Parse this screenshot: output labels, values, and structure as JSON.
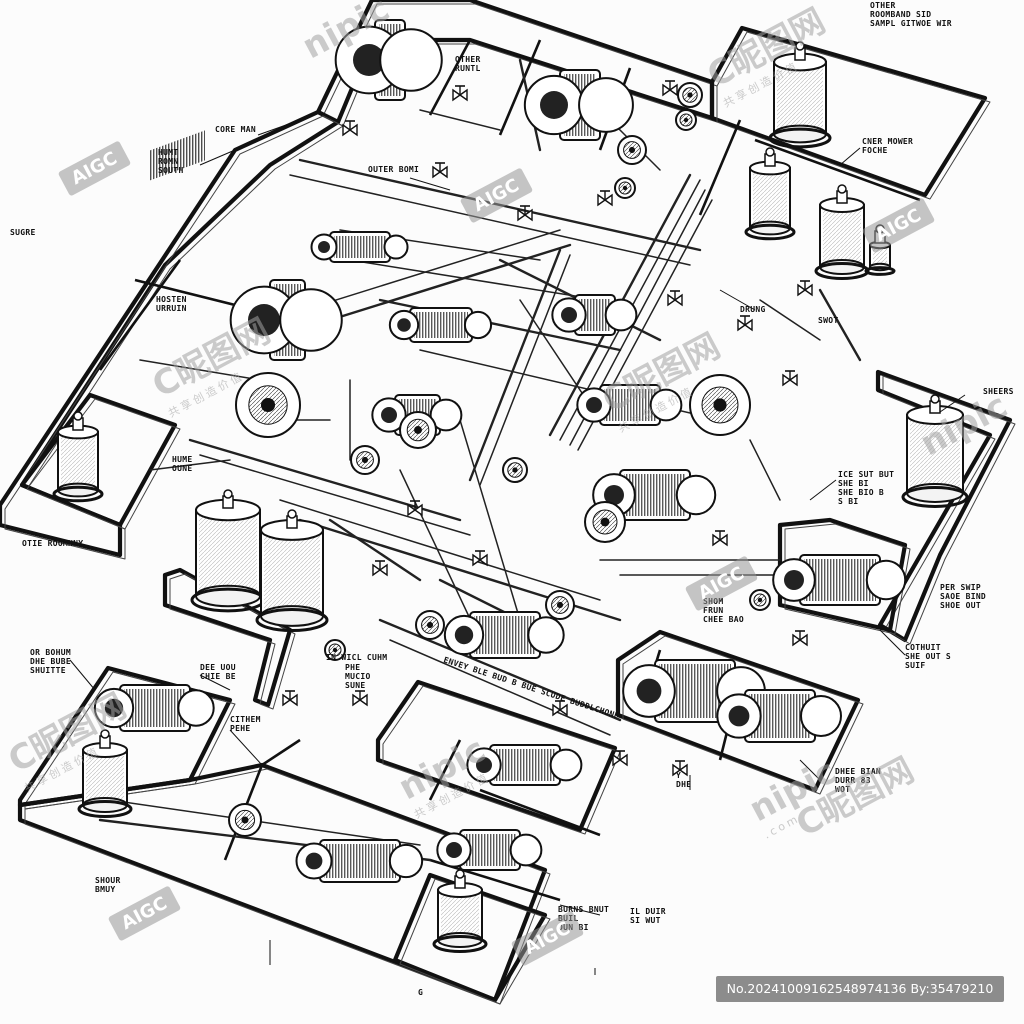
{
  "labels": [
    {
      "lines": [
        "OTHER",
        "ROOMBAND SID",
        "SAMPL GITWOE WIR"
      ]
    },
    {
      "lines": [
        "CORE MAN"
      ]
    },
    {
      "lines": [
        "HUMT",
        "ROMN",
        "SOUTH"
      ]
    },
    {
      "lines": [
        "OUTER BOMI"
      ]
    },
    {
      "lines": [
        "OTHER",
        "RUNTL"
      ]
    },
    {
      "lines": [
        "CNER MOWER",
        "FOCHE"
      ]
    },
    {
      "lines": [
        "HOSTEN",
        "URRUIN"
      ]
    },
    {
      "lines": [
        "DRUNG"
      ]
    },
    {
      "lines": [
        "SWOT"
      ]
    },
    {
      "lines": [
        "SHEERS"
      ]
    },
    {
      "lines": [
        "SUGRE"
      ]
    },
    {
      "lines": [
        "HUME",
        "OUNE"
      ]
    },
    {
      "lines": [
        "ICE SUT BUT",
        "SHE BI",
        "SHE BIO B",
        "S BI"
      ]
    },
    {
      "lines": [
        "OTIE ROOMNNY"
      ]
    },
    {
      "lines": [
        "SHOM",
        "FRUN",
        "CHEE BAO"
      ]
    },
    {
      "lines": [
        "PER SWIP",
        "SAOE BIND",
        "SHOE OUT"
      ]
    },
    {
      "lines": [
        "COTHUIT",
        "SHE OUT S",
        "SUIF"
      ]
    },
    {
      "lines": [
        "OR BOHUM",
        "DHE BUBE",
        "SHUITTE"
      ]
    },
    {
      "lines": [
        "DEE UOU",
        "CHIE BE"
      ]
    },
    {
      "lines": [
        "IN WICL CUHM"
      ]
    },
    {
      "lines": [
        "PHE",
        "MUCIO",
        "SUNE"
      ]
    },
    {
      "lines": [
        "CITHEM",
        "PEHE"
      ]
    },
    {
      "lines": [
        "DHEE BIAN",
        "DURR 83",
        "WOT"
      ]
    },
    {
      "lines": [
        "SHOUR",
        "BMUY"
      ]
    },
    {
      "lines": [
        "BURNS BNUT",
        "BUIL",
        "OUN BI"
      ]
    },
    {
      "lines": [
        "IL DUIR",
        "SI WUT"
      ]
    },
    {
      "lines": [
        "ENVEY BLE BUD B BUE SCUDE BUDDLCHONE"
      ]
    },
    {
      "lines": [
        "Y",
        "DHE"
      ]
    },
    {
      "lines": [
        "G"
      ]
    }
  ],
  "watermark": {
    "brand": "nipic",
    "brand_cn": "C昵图网",
    "tagline": "共享创造价值",
    "site": ".com",
    "aigc": "AIGC"
  },
  "image_id": "No.20241009162548974136 By:35479210"
}
